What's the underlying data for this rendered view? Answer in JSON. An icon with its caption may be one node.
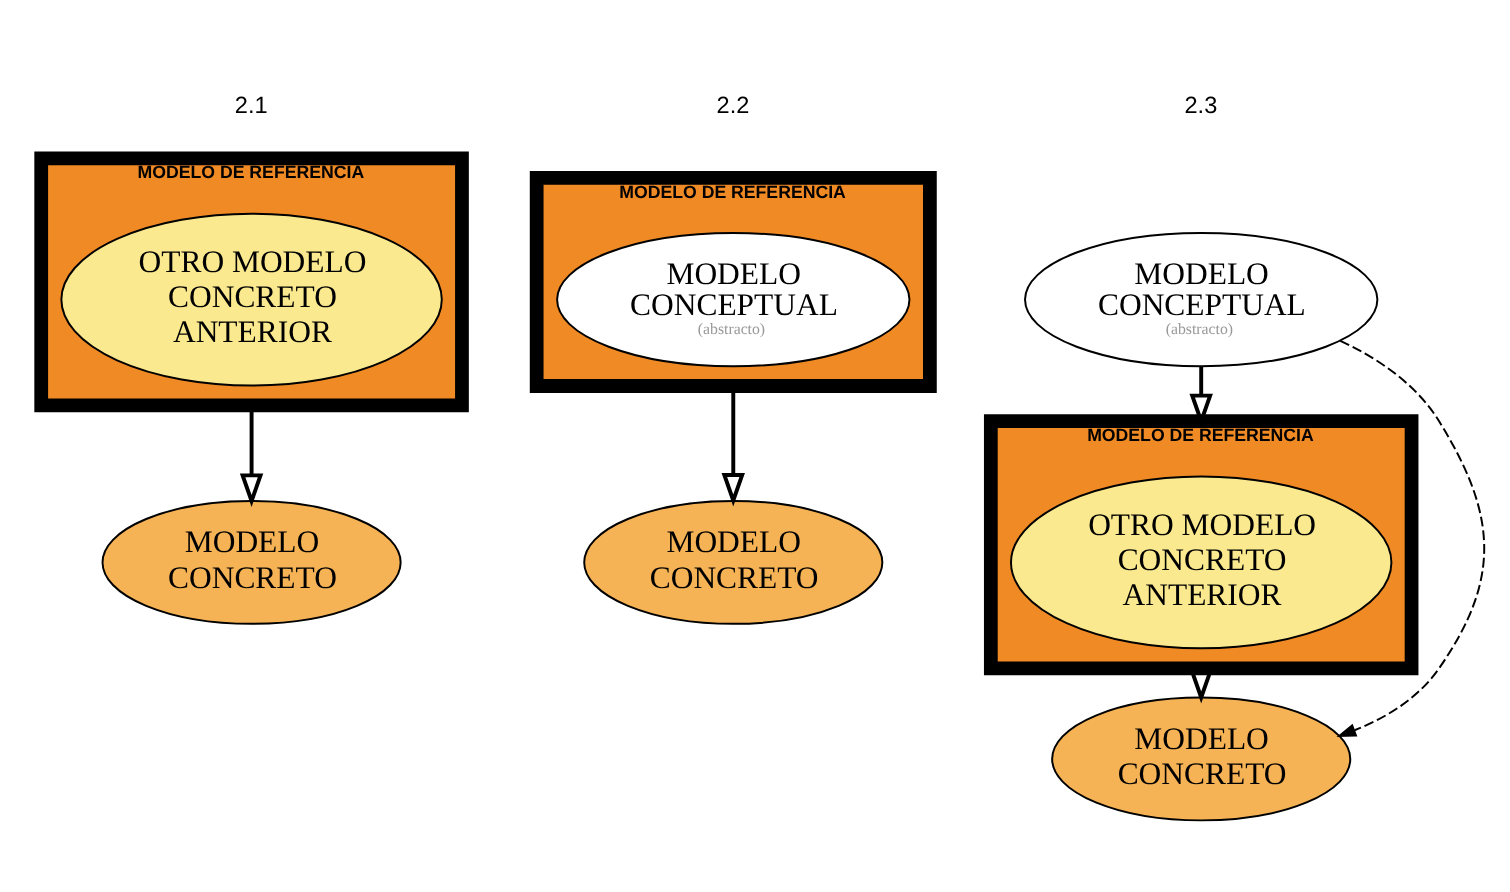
{
  "diagram": {
    "nodes": [
      {
        "text": [
          "MODELO DE REFERENCIA"
        ]
      },
      {
        "text": [
          "OTRO MODELO CONCRETO ANTERIOR"
        ],
        "in": 0
      },
      {
        "text": [
          "MODELO CONCRETO"
        ]
      },
      {
        "text": [
          "MODELO DE REFERENCIA"
        ]
      },
      {
        "text": [
          "MODELO CONCEPTUAL",
          "(abstracto)"
        ],
        "in": 3
      },
      {
        "text": [
          "MODELO CONCRETO"
        ]
      },
      {
        "text": [
          "MODELO CONCEPTUAL",
          "(abstracto)"
        ]
      },
      {
        "text": [
          "MODELO DE REFERENCIA"
        ]
      },
      {
        "text": [
          "OTRO MODELO CONCRETO ANTERIOR"
        ],
        "in": 7
      },
      {
        "text": [
          "MODELO CONCRETO"
        ]
      }
    ],
    "edges": [
      {
        "from": 0,
        "to": 2,
        "arrow": "to"
      },
      {
        "from": 3,
        "to": 5,
        "arrow": "to"
      },
      {
        "from": 6,
        "to": 7,
        "arrow": "to"
      },
      {
        "from": 7,
        "to": 9,
        "arrow": "to"
      },
      {
        "from": 6,
        "to": 9,
        "arrow": "to",
        "style": "dashed"
      }
    ],
    "labels": [
      "2.1",
      "2.2",
      "2.3"
    ]
  }
}
